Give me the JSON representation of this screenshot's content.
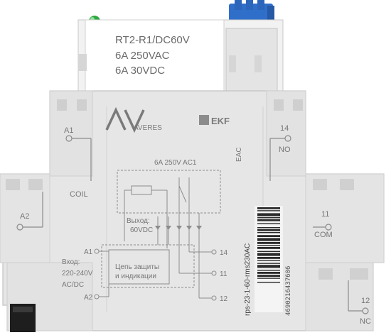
{
  "relay": {
    "model": "RT2-R1/DC60V",
    "rating_ac": "6A  250VAC",
    "rating_dc": "6A  30VDC"
  },
  "brand": {
    "logo_text": "AVERES",
    "ekf_logo": "EKF",
    "eac_mark": "EAC"
  },
  "terminals": {
    "a1": "A1",
    "a2": "A2",
    "coil": "COIL",
    "t14": "14",
    "no": "NO",
    "t11": "11",
    "com": "COM",
    "t12": "12",
    "nc": "NC"
  },
  "schematic": {
    "rating": "6A 250V AC1",
    "output_label": "Выход:",
    "output_value": "60VDC",
    "input_label": "Вход:",
    "input_value": "220-240V",
    "input_type": "AC/DC",
    "protection_line1": "Цепь защиты",
    "protection_line2": "и индикации",
    "a1": "A1",
    "a2": "A2",
    "p14": "14",
    "p11": "11",
    "p12": "12"
  },
  "product_code": "rps-23-1-60-rms230AC",
  "barcode_number": "4690216437606",
  "colors": {
    "housing": "#e6e6e6",
    "relay_cover": "#f2f2f2",
    "label_text": "#6a6a6a",
    "blue_latch": "#2f6fc9",
    "green_led": "#2ea840"
  }
}
